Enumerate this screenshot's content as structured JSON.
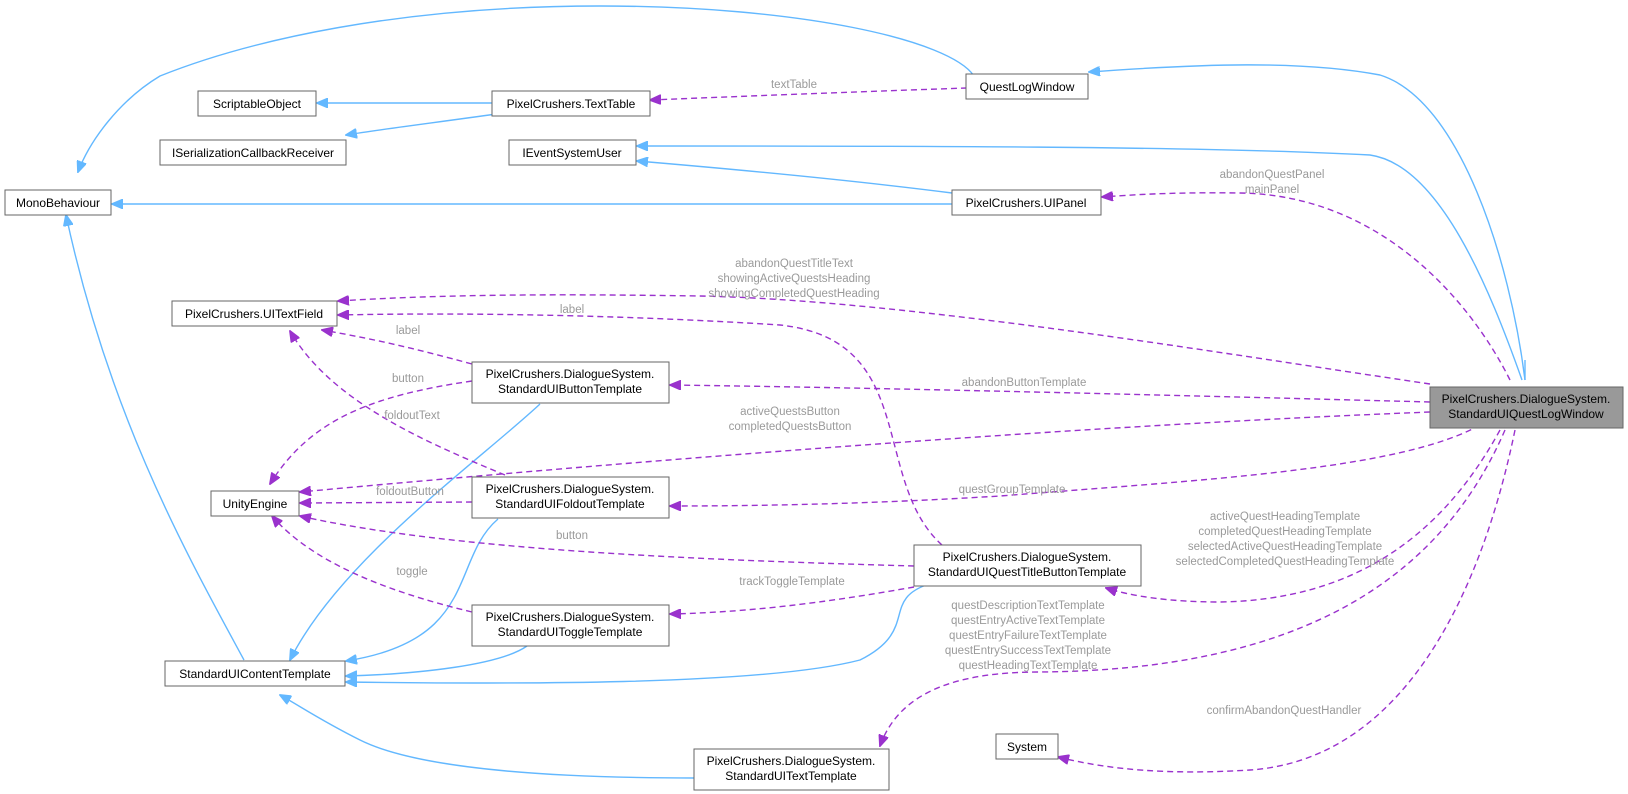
{
  "nodes": {
    "monobehaviour": "MonoBehaviour",
    "scriptableobject": "ScriptableObject",
    "iserialization": "ISerializationCallbackReceiver",
    "texttable": "PixelCrushers.TextTable",
    "questlogwindow": "QuestLogWindow",
    "ieventsystemuser": "IEventSystemUser",
    "uipanel": "PixelCrushers.UIPanel",
    "uitextfield": "PixelCrushers.UITextField",
    "buttontemplate": [
      "PixelCrushers.DialogueSystem.",
      "StandardUIButtonTemplate"
    ],
    "unityengine": "UnityEngine",
    "foldouttemplate": [
      "PixelCrushers.DialogueSystem.",
      "StandardUIFoldoutTemplate"
    ],
    "togglestemplate": [
      "PixelCrushers.DialogueSystem.",
      "StandardUIToggleTemplate"
    ],
    "contenttemplate": "StandardUIContentTemplate",
    "texttemplate": [
      "PixelCrushers.DialogueSystem.",
      "StandardUITextTemplate"
    ],
    "questtitlebutton": [
      "PixelCrushers.DialogueSystem.",
      "StandardUIQuestTitleButtonTemplate"
    ],
    "system": "System",
    "focus": [
      "PixelCrushers.DialogueSystem.",
      "StandardUIQuestLogWindow"
    ]
  },
  "edge_labels": {
    "texttable": [
      "textTable"
    ],
    "uipanel": [
      "abandonQuestPanel",
      "mainPanel"
    ],
    "uitextfield_focus": [
      "abandonQuestTitleText",
      "showingActiveQuestsHeading",
      "showingCompletedQuestHeading"
    ],
    "uitextfield_titlebutton": [
      "label"
    ],
    "uitextfield_button": [
      "label"
    ],
    "unity_button": [
      "button"
    ],
    "uitextfield_foldout": [
      "foldoutText"
    ],
    "abandonbutton": [
      "abandonButtonTemplate"
    ],
    "unity_focus": [
      "activeQuestsButton",
      "completedQuestsButton"
    ],
    "unity_foldout": [
      "foldoutButton"
    ],
    "questgroup": [
      "questGroupTemplate"
    ],
    "unity_titlebutton": [
      "button"
    ],
    "unity_toggle": [
      "toggle"
    ],
    "tracktoggle": [
      "trackToggleTemplate"
    ],
    "headings": [
      "activeQuestHeadingTemplate",
      "completedQuestHeadingTemplate",
      "selectedActiveQuestHeadingTemplate",
      "selectedCompletedQuestHeadingTemplate"
    ],
    "texttemplates": [
      "questDescriptionTextTemplate",
      "questEntryActiveTextTemplate",
      "questEntryFailureTextTemplate",
      "questEntrySuccessTextTemplate",
      "questHeadingTextTemplate"
    ],
    "confirm": [
      "confirmAbandonQuestHandler"
    ]
  },
  "colors": {
    "inheritance_edge": "#63b8ff",
    "usage_edge": "#9a32cd",
    "edge_label": "#9a9a9a",
    "node_border": "#666666",
    "focus_fill": "#999999"
  }
}
